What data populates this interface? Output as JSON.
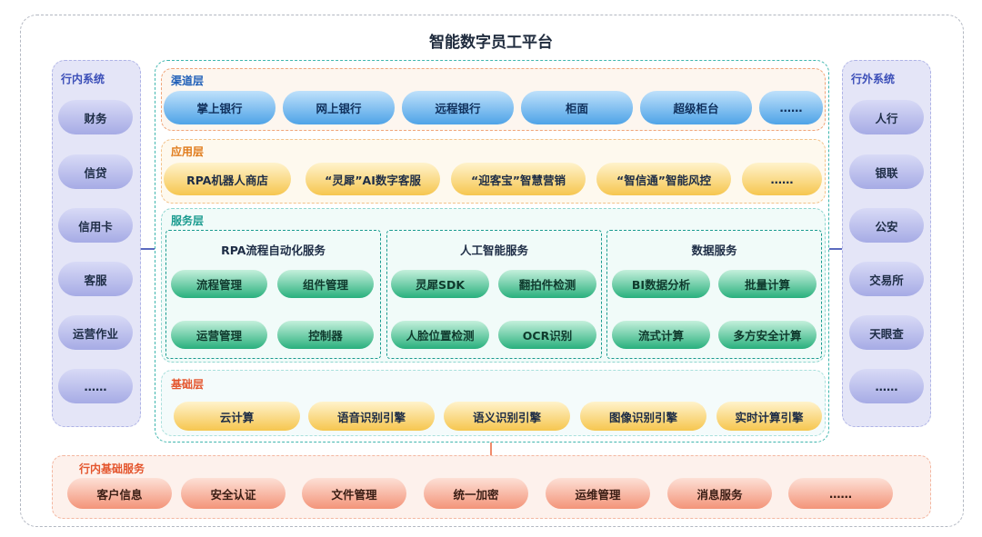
{
  "title": "智能数字员工平台",
  "left_panel": {
    "label": "行内系统",
    "items": [
      "财务",
      "信贷",
      "信用卡",
      "客服",
      "运营作业",
      "……"
    ]
  },
  "right_panel": {
    "label": "行外系统",
    "items": [
      "人行",
      "银联",
      "公安",
      "交易所",
      "天眼查",
      "……"
    ]
  },
  "channel_layer": {
    "label": "渠道层",
    "items": [
      "掌上银行",
      "网上银行",
      "远程银行",
      "柜面",
      "超级柜台",
      "……"
    ]
  },
  "application_layer": {
    "label": "应用层",
    "items": [
      "RPA机器人商店",
      "“灵犀”AI数字客服",
      "“迎客宝”智慧营销",
      "“智信通”智能风控",
      "……"
    ]
  },
  "service_layer": {
    "label": "服务层",
    "groups": [
      {
        "title": "RPA流程自动化服务",
        "items": [
          "流程管理",
          "组件管理",
          "运营管理",
          "控制器"
        ]
      },
      {
        "title": "人工智能服务",
        "items": [
          "灵犀SDK",
          "翻拍件检测",
          "人脸位置检测",
          "OCR识别"
        ]
      },
      {
        "title": "数据服务",
        "items": [
          "BI数据分析",
          "批量计算",
          "流式计算",
          "多方安全计算"
        ]
      }
    ]
  },
  "base_layer": {
    "label": "基础层",
    "items": [
      "云计算",
      "语音识别引擎",
      "语义识别引擎",
      "图像识别引擎",
      "实时计算引擎"
    ]
  },
  "bank_services": {
    "label": "行内基础服务",
    "items": [
      "客户信息",
      "安全认证",
      "文件管理",
      "统一加密",
      "运维管理",
      "消息服务",
      "……"
    ]
  },
  "colors": {
    "channel_label": "#1f5fb8",
    "application_label": "#e07b1a",
    "service_label": "#1a9b8f",
    "base_label": "#e4552d",
    "bank_label": "#e4552d",
    "side_label": "#3c4fb8"
  }
}
